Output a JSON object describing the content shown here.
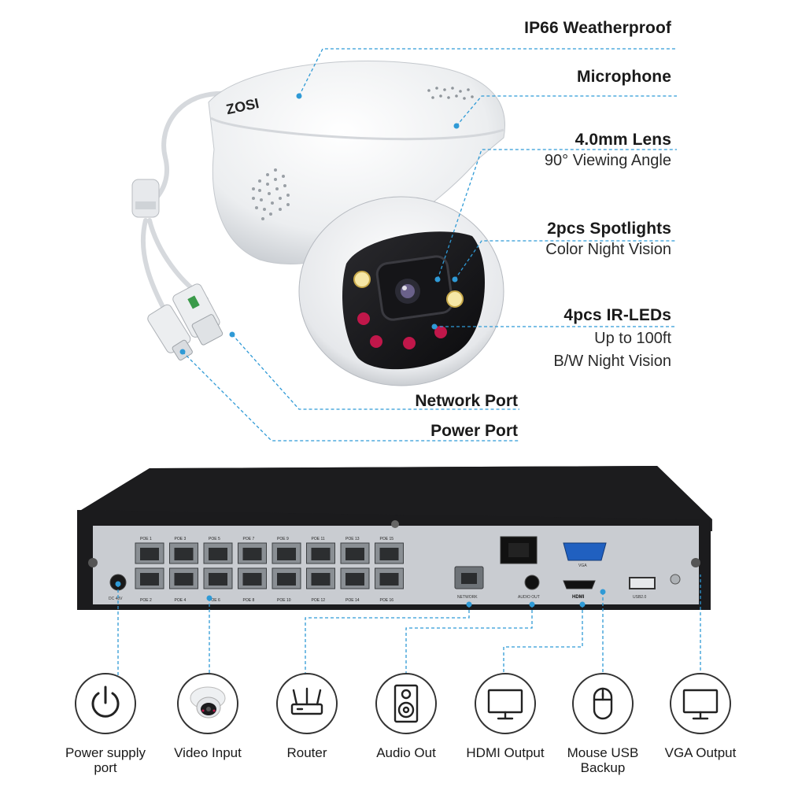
{
  "brand": "ZOSI",
  "camera_features": [
    {
      "title": "IP66 Weatherproof",
      "subtitle": ""
    },
    {
      "title": "Microphone",
      "subtitle": ""
    },
    {
      "title": "4.0mm Lens",
      "subtitle": "90° Viewing Angle"
    },
    {
      "title": "2pcs Spotlights",
      "subtitle": "Color Night Vision"
    },
    {
      "title": "4pcs IR-LEDs",
      "subtitle": "Up to 100ft",
      "subtitle2": "B/W Night Vision"
    }
  ],
  "ports": {
    "network": "Network Port",
    "power": "Power Port"
  },
  "nvr": {
    "poe_top": [
      "POE 1",
      "POE 3",
      "POE 5",
      "POE 7",
      "POE 9",
      "POE 11",
      "POE 13",
      "POE 15"
    ],
    "poe_bottom": [
      "POE 2",
      "POE 4",
      "POE 6",
      "POE 8",
      "POE 10",
      "POE 12",
      "POE 14",
      "POE 16"
    ],
    "dc": "DC 48V",
    "network": "NETWORK",
    "audio_out": "AUDIO OUT",
    "hdmi": "HDMI",
    "vga": "VGA",
    "usb": "USB2.0"
  },
  "connections": [
    {
      "icon": "power-icon",
      "label": "Power supply port"
    },
    {
      "icon": "camera-icon",
      "label": "Video Input"
    },
    {
      "icon": "router-icon",
      "label": "Router"
    },
    {
      "icon": "speaker-icon",
      "label": "Audio Out"
    },
    {
      "icon": "monitor-icon",
      "label": "HDMI Output"
    },
    {
      "icon": "mouse-icon",
      "label": "Mouse USB Backup"
    },
    {
      "icon": "monitor-icon",
      "label": "VGA Output"
    }
  ],
  "colors": {
    "accent": "#2f9ad6",
    "ir_led": "#c0174a",
    "nvr_body": "#1e1e1e",
    "nvr_panel": "#c9ccd1"
  }
}
